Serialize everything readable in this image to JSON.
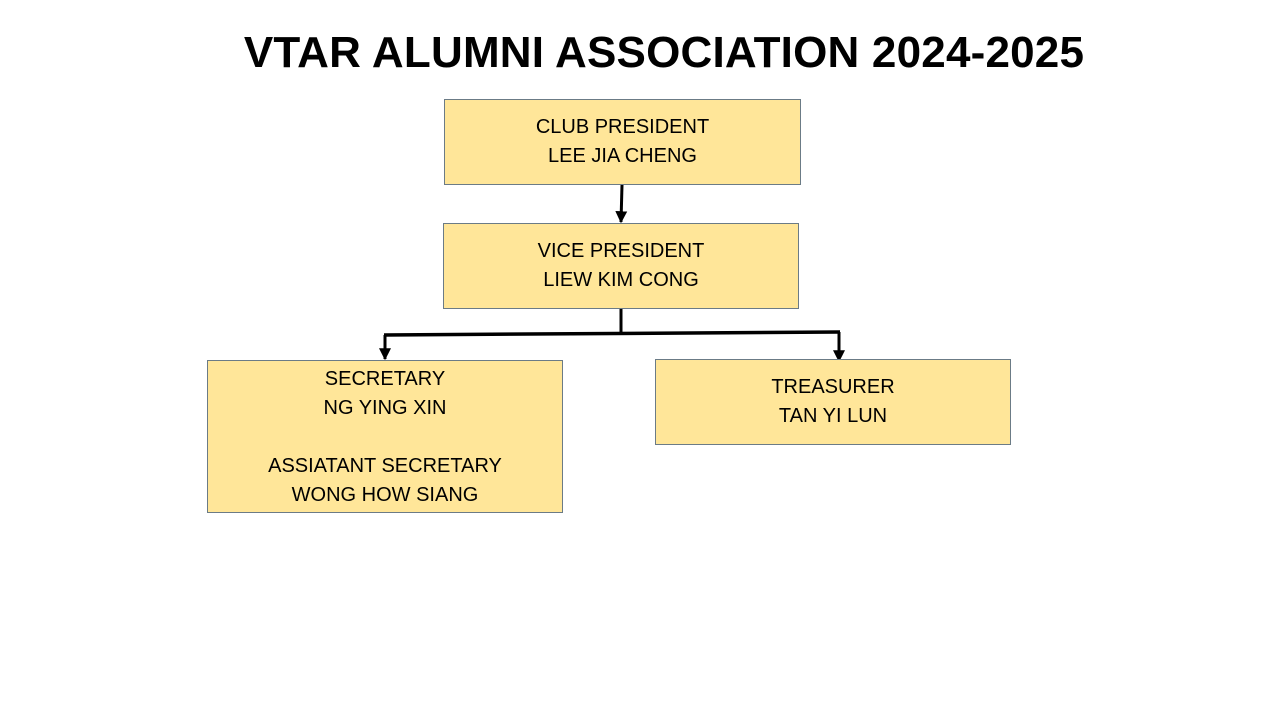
{
  "title": "VTAR ALUMNI ASSOCIATION 2024-2025",
  "nodes": {
    "president": {
      "role": "CLUB PRESIDENT",
      "name": "LEE JIA CHENG"
    },
    "vice_president": {
      "role": "VICE PRESIDENT",
      "name": "LIEW KIM CONG"
    },
    "secretary": {
      "role": "SECRETARY",
      "name": "NG YING XIN",
      "assistant_role": "ASSIATANT SECRETARY",
      "assistant_name": "WONG HOW SIANG"
    },
    "treasurer": {
      "role": "TREASURER",
      "name": "TAN YI LUN"
    }
  },
  "colors": {
    "box_fill": "#ffe699",
    "box_border": "#6b7b86",
    "connector": "#000000"
  }
}
